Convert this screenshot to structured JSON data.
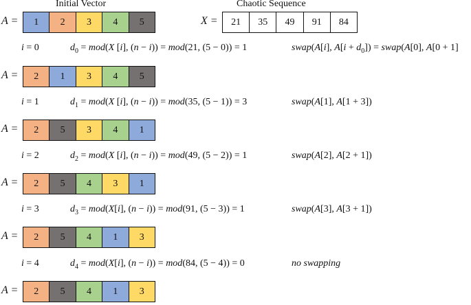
{
  "titles": {
    "initial": "Initial Vector",
    "chaotic": "Chaotic Sequence"
  },
  "var_A": "A",
  "var_X": "X",
  "colors": {
    "1": "#8eaadb",
    "2": "#f4b183",
    "3": "#ffd966",
    "4": "#a9d18e",
    "5": "#767171"
  },
  "chaotic_sequence": [
    21,
    35,
    49,
    91,
    84
  ],
  "rows": [
    [
      1,
      2,
      3,
      4,
      5
    ],
    [
      2,
      1,
      3,
      4,
      5
    ],
    [
      2,
      5,
      3,
      4,
      1
    ],
    [
      2,
      5,
      4,
      3,
      1
    ],
    [
      2,
      5,
      4,
      1,
      3
    ],
    [
      2,
      5,
      4,
      1,
      3
    ]
  ],
  "steps": [
    {
      "i": 0,
      "x": 21,
      "nmi": "(5 − 0)",
      "d": 1,
      "xspace": " ",
      "swap": "swap(A[i], A[i + d0]) = swap(A[0], A[0 + 1]"
    },
    {
      "i": 1,
      "x": 35,
      "nmi": "(5 − 1)",
      "d": 3,
      "xspace": " ",
      "swap": "swap(A[1], A[1 + 3])"
    },
    {
      "i": 2,
      "x": 49,
      "nmi": "(5 − 2)",
      "d": 1,
      "xspace": " ",
      "swap": "swap(A[2], A[2 + 1])"
    },
    {
      "i": 3,
      "x": 91,
      "nmi": "(5 − 3)",
      "d": 1,
      "xspace": "",
      "swap": "swap(A[3], A[3 + 1])"
    },
    {
      "i": 4,
      "x": 84,
      "nmi": "(5 − 4)",
      "d": 0,
      "xspace": "",
      "swap": "no swapping"
    }
  ]
}
